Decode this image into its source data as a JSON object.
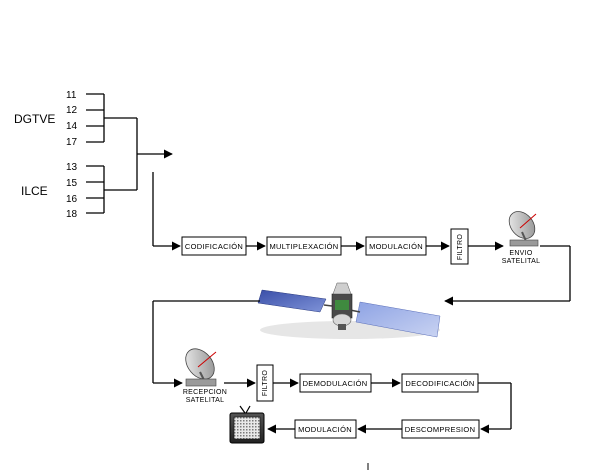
{
  "groups": {
    "dgtve": {
      "label": "DGTVE",
      "channels": [
        "11",
        "12",
        "14",
        "17"
      ]
    },
    "ilce": {
      "label": "ILCE",
      "channels": [
        "13",
        "15",
        "16",
        "18"
      ]
    }
  },
  "uplink": {
    "codificacion": "CODIFICACIÓN",
    "multiplexacion": "MULTIPLEXACIÓN",
    "modulacion": "MODULACIÓN",
    "filtro": "FILTRO",
    "envio_line1": "ENVIO",
    "envio_line2": "SATELITAL"
  },
  "downlink": {
    "recepcion_line1": "RECEPCION",
    "recepcion_line2": "SATELITAL",
    "filtro": "FILTRO",
    "demodulacion": "DEMODULACIÓN",
    "decodificacion": "DECODIFICACIÓN",
    "descompresion": "DESCOMPRESION",
    "modulacion": "MODULACIÓN"
  },
  "icons": {
    "uplink_dish": "satellite-dish",
    "satellite": "communications-satellite",
    "downlink_dish": "satellite-dish",
    "tv": "television"
  }
}
